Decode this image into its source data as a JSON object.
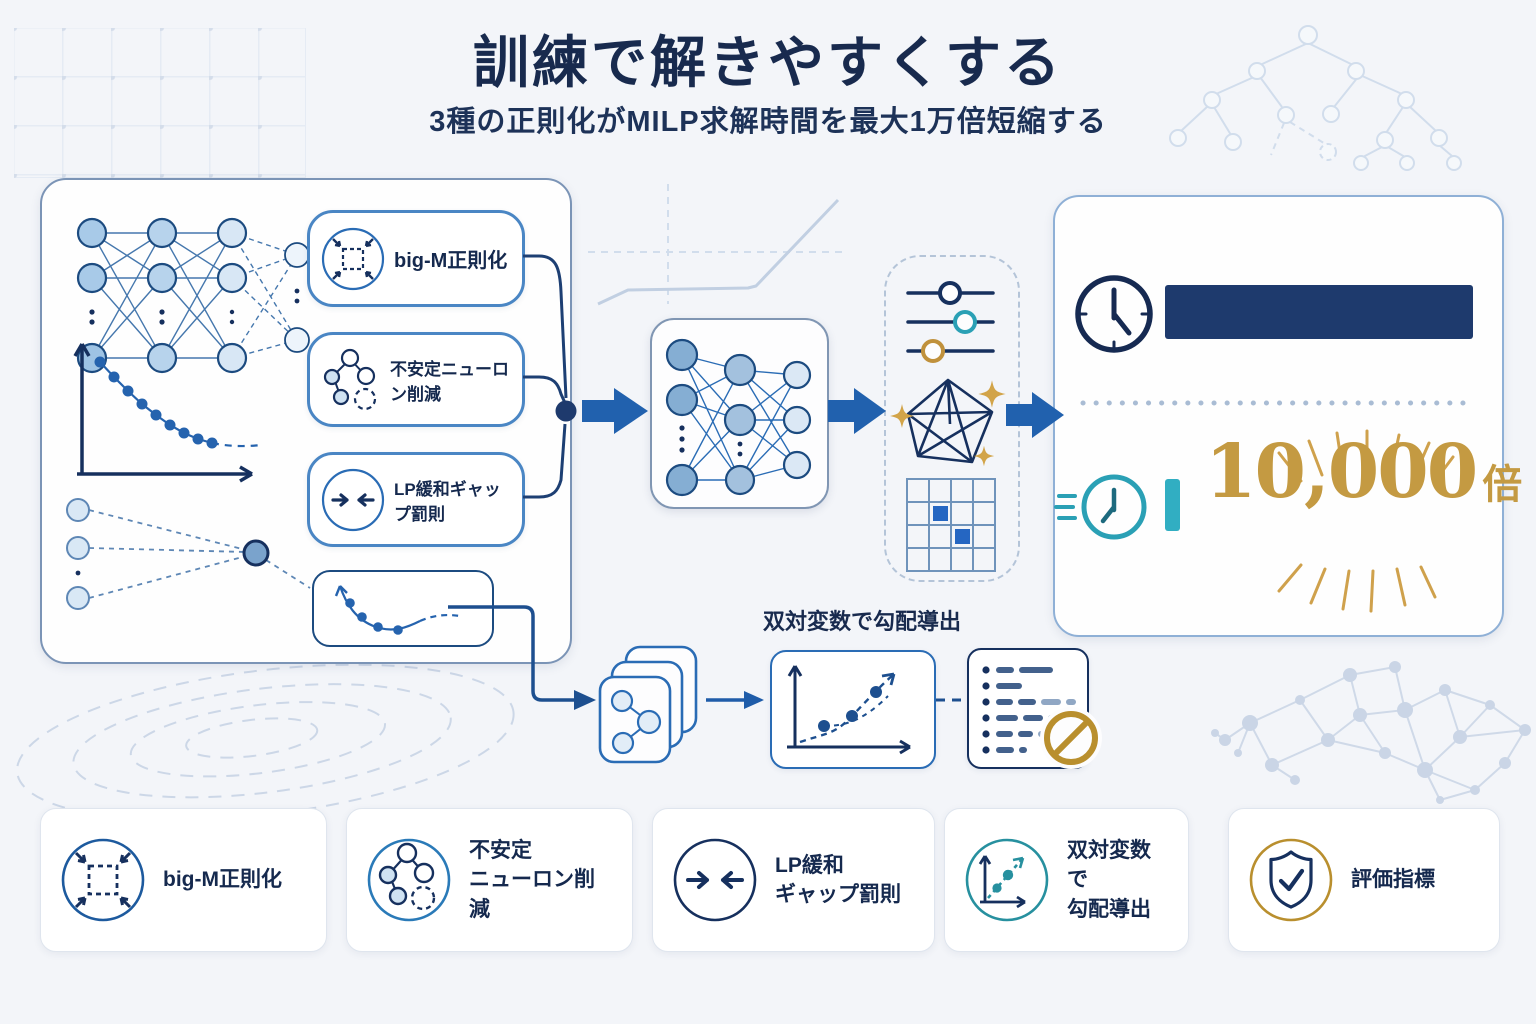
{
  "header": {
    "title": "訓練で解きやすくする",
    "subtitle": "3種の正則化がMILP求解時間を最大1万倍短縮する"
  },
  "pipeline": {
    "methods": [
      {
        "label": "big-M正則化",
        "icon": "shrink-square-icon"
      },
      {
        "label": "不安定ニューロン削減",
        "icon": "neuron-prune-icon"
      },
      {
        "label": "LP緩和ギャップ罰則",
        "icon": "converge-arrows-icon"
      }
    ],
    "dual_label": "双対変数で勾配導出"
  },
  "result": {
    "speedup_number": "10,000",
    "speedup_unit": "倍"
  },
  "legend": [
    {
      "line1": "big-M正則化",
      "line2": "",
      "icon": "shrink-square-icon"
    },
    {
      "line1": "不安定",
      "line2": "ニューロン削減",
      "icon": "neuron-prune-icon"
    },
    {
      "line1": "LP緩和",
      "line2": "ギャップ罰則",
      "icon": "converge-arrows-icon"
    },
    {
      "line1": "双対変数で",
      "line2": "勾配導出",
      "icon": "gradient-chart-icon"
    },
    {
      "line1": "評価指標",
      "line2": "",
      "icon": "shield-check-icon"
    }
  ],
  "colors": {
    "navy": "#16305e",
    "title_navy": "#182a4e",
    "blue": "#2a6cb5",
    "steel_border": "#7b94b6",
    "teal": "#2aa0b5",
    "gold": "#c0913c",
    "bar_before": "#1e3a6d",
    "bar_after": "#31aec2",
    "background": "#f3f5f9"
  }
}
